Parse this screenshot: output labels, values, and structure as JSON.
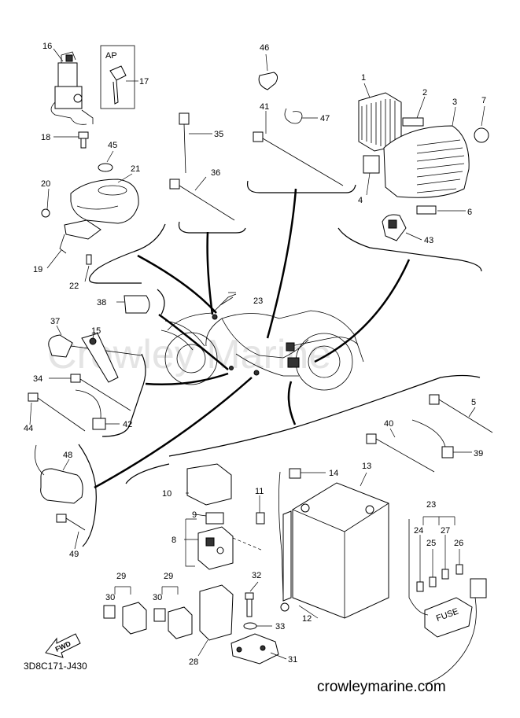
{
  "watermark": "Crowley Marine",
  "diagram_code": "3D8C171-J430",
  "footer_url": "crowleymarine.com",
  "ap_label": "AP",
  "fwd_label": "FWD",
  "fuse_label": "FUSE",
  "callouts": {
    "c1": "1",
    "c2": "2",
    "c3": "3",
    "c4": "4",
    "c5": "5",
    "c6": "6",
    "c7": "7",
    "c8": "8",
    "c9": "9",
    "c10": "10",
    "c11": "11",
    "c12": "12",
    "c13": "13",
    "c14": "14",
    "c15": "15",
    "c16": "16",
    "c17": "17",
    "c18": "18",
    "c19": "19",
    "c20": "20",
    "c21": "21",
    "c22": "22",
    "c23a": "23",
    "c23b": "23",
    "c24": "24",
    "c25": "25",
    "c26": "26",
    "c27": "27",
    "c28": "28",
    "c29a": "29",
    "c29b": "29",
    "c30a": "30",
    "c30b": "30",
    "c31": "31",
    "c32": "32",
    "c33": "33",
    "c34": "34",
    "c35": "35",
    "c36": "36",
    "c37": "37",
    "c38": "38",
    "c39": "39",
    "c40": "40",
    "c41": "41",
    "c42": "42",
    "c43": "43",
    "c44": "44",
    "c45": "45",
    "c46": "46",
    "c47": "47",
    "c48": "48",
    "c49": "49"
  }
}
